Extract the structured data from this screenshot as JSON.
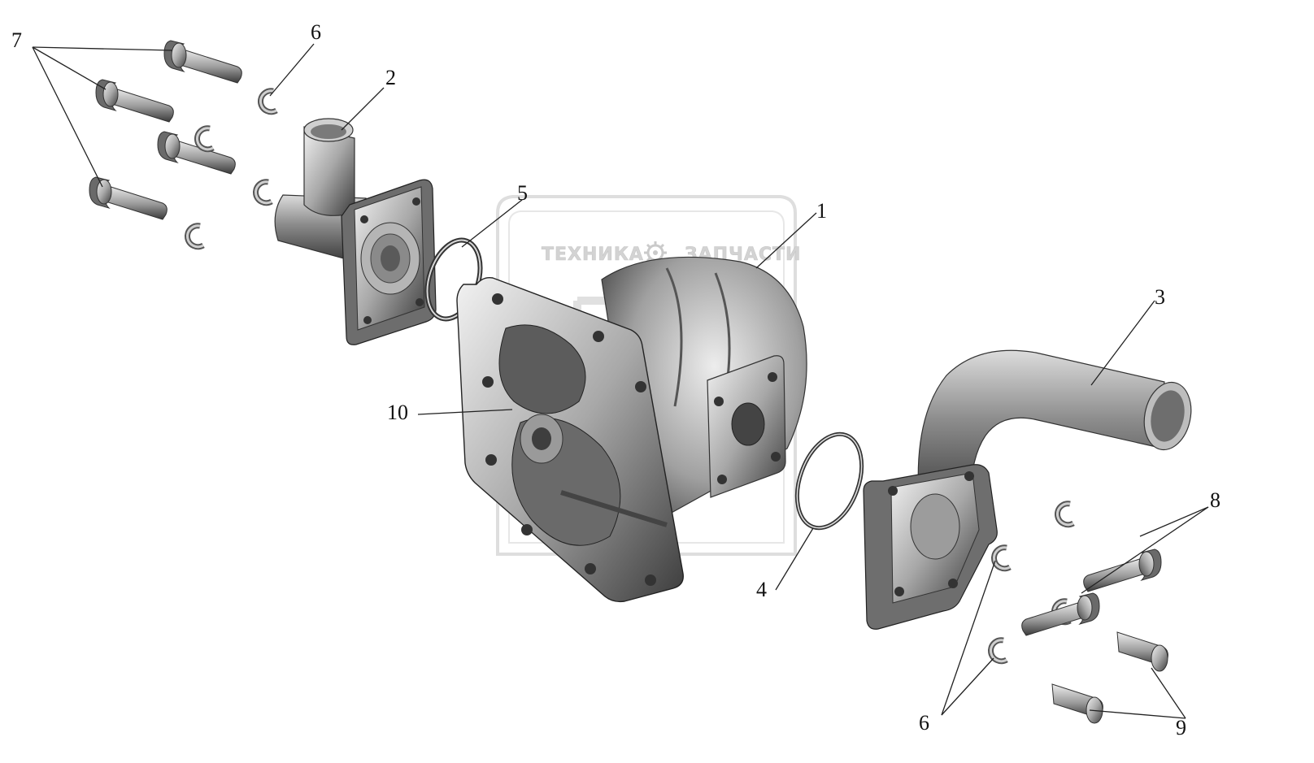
{
  "callouts": {
    "c1": "1",
    "c2": "2",
    "c3": "3",
    "c4": "4",
    "c5": "5",
    "c6_top": "6",
    "c6_bottom": "6",
    "c7": "7",
    "c8": "8",
    "c9": "9",
    "c10": "10"
  },
  "watermark": {
    "left_word": "ТЕХНИКА",
    "right_word": "ЗАПЧАСТИ",
    "logo_letters": "ЕЛФ"
  },
  "colors": {
    "line": "#222222",
    "part_dark": "#4a4a4a",
    "part_mid": "#8a8a8a",
    "part_light": "#d9d9d9",
    "watermark": "#bdbdbd"
  }
}
